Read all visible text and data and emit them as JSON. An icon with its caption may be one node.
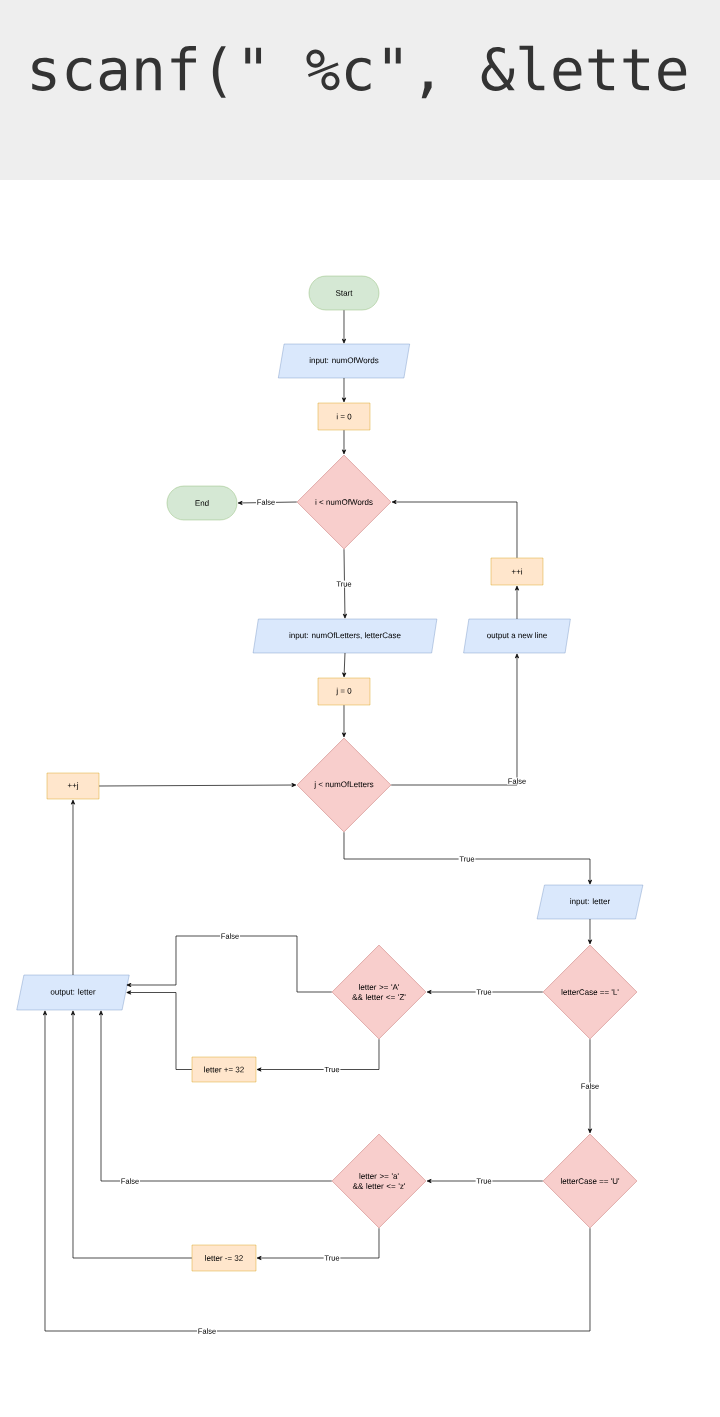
{
  "diagram": {
    "nodes": [
      {
        "text": [
          "Start"
        ]
      },
      {
        "text": [
          "input: numOfWords"
        ]
      },
      {
        "text": [
          "i = 0"
        ]
      },
      {
        "text": [
          "i < numOfWords"
        ]
      },
      {
        "text": [
          "End"
        ]
      },
      {
        "text": [
          "input: numOfLetters, letterCase"
        ]
      },
      {
        "text": [
          "j = 0"
        ]
      },
      {
        "text": [
          "j < numOfLetters"
        ]
      },
      {
        "text": [
          "++i"
        ]
      },
      {
        "text": [
          "output a new line"
        ]
      },
      {
        "text": [
          "++j"
        ]
      },
      {
        "text": [
          "input: letter"
        ]
      },
      {
        "text": [
          "letterCase == 'L'"
        ]
      },
      {
        "text": [
          "letter >= 'A' && letter <= 'Z'"
        ]
      },
      {
        "text": [
          "output: letter"
        ]
      },
      {
        "text": [
          "letter += 32"
        ]
      },
      {
        "text": [
          "letterCase == 'U'"
        ]
      },
      {
        "text": [
          "letter >= 'a' && letter <= 'z'"
        ]
      },
      {
        "text": [
          "letter -= 32"
        ]
      }
    ],
    "edges": [
      {
        "from": 0,
        "to": 1,
        "arrow": "to"
      },
      {
        "from": 1,
        "to": 2,
        "arrow": "to"
      },
      {
        "from": 2,
        "to": 3,
        "arrow": "to"
      },
      {
        "from": 3,
        "to": 4,
        "arrow": "to",
        "label": "False"
      },
      {
        "from": 3,
        "to": 5,
        "arrow": "to",
        "label": "True"
      },
      {
        "from": 5,
        "to": 6,
        "arrow": "to"
      },
      {
        "from": 6,
        "to": 7,
        "arrow": "to"
      },
      {
        "from": 7,
        "to": 9,
        "arrow": "to",
        "label": "False"
      },
      {
        "from": 9,
        "to": 8,
        "arrow": "to"
      },
      {
        "from": 8,
        "to": 3,
        "arrow": "to"
      },
      {
        "from": 10,
        "to": 7,
        "arrow": "to"
      },
      {
        "from": 7,
        "to": 11,
        "arrow": "to",
        "label": "True"
      },
      {
        "from": 11,
        "to": 12,
        "arrow": "to"
      },
      {
        "from": 12,
        "to": 13,
        "arrow": "to",
        "label": "True"
      },
      {
        "from": 13,
        "to": 14,
        "arrow": "to",
        "label": "False"
      },
      {
        "from": 13,
        "to": 15,
        "arrow": "to",
        "label": "True"
      },
      {
        "from": 15,
        "to": 14,
        "arrow": "to"
      },
      {
        "from": 14,
        "to": 10,
        "arrow": "to"
      },
      {
        "from": 12,
        "to": 16,
        "arrow": "to",
        "label": "False"
      },
      {
        "from": 16,
        "to": 17,
        "arrow": "to",
        "label": "True"
      },
      {
        "from": 17,
        "to": 14,
        "arrow": "to",
        "label": "False"
      },
      {
        "from": 17,
        "to": 18,
        "arrow": "to",
        "label": "True"
      },
      {
        "from": 18,
        "to": 14,
        "arrow": "to"
      },
      {
        "from": 16,
        "to": 14,
        "arrow": "to",
        "label": "False"
      }
    ],
    "labels": [
      "scanf(\" %c\", &lette"
    ]
  }
}
